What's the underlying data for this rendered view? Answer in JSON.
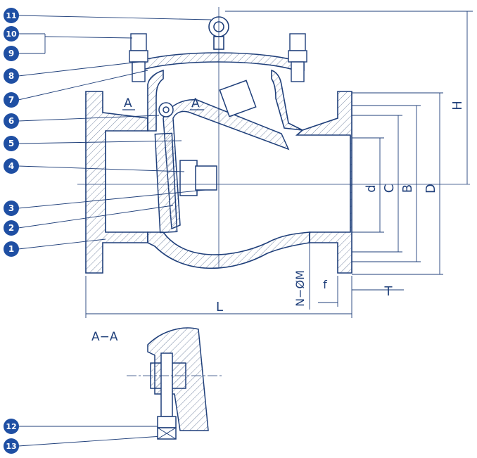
{
  "callouts": [
    "1",
    "2",
    "3",
    "4",
    "5",
    "6",
    "7",
    "8",
    "9",
    "10",
    "11",
    "12",
    "13"
  ],
  "section_marks": {
    "left": "A",
    "right": "A"
  },
  "dimensions": {
    "d": "d",
    "C": "C",
    "B": "B",
    "D": "D",
    "H": "H",
    "L": "L",
    "N_OM": "N−ØM",
    "f": "f",
    "T": "T"
  },
  "section_view_title": "A−A",
  "colors": {
    "line": "#1f3f7a",
    "callout_fill": "#1f4fa3",
    "hatch": "#6b7c9a"
  }
}
